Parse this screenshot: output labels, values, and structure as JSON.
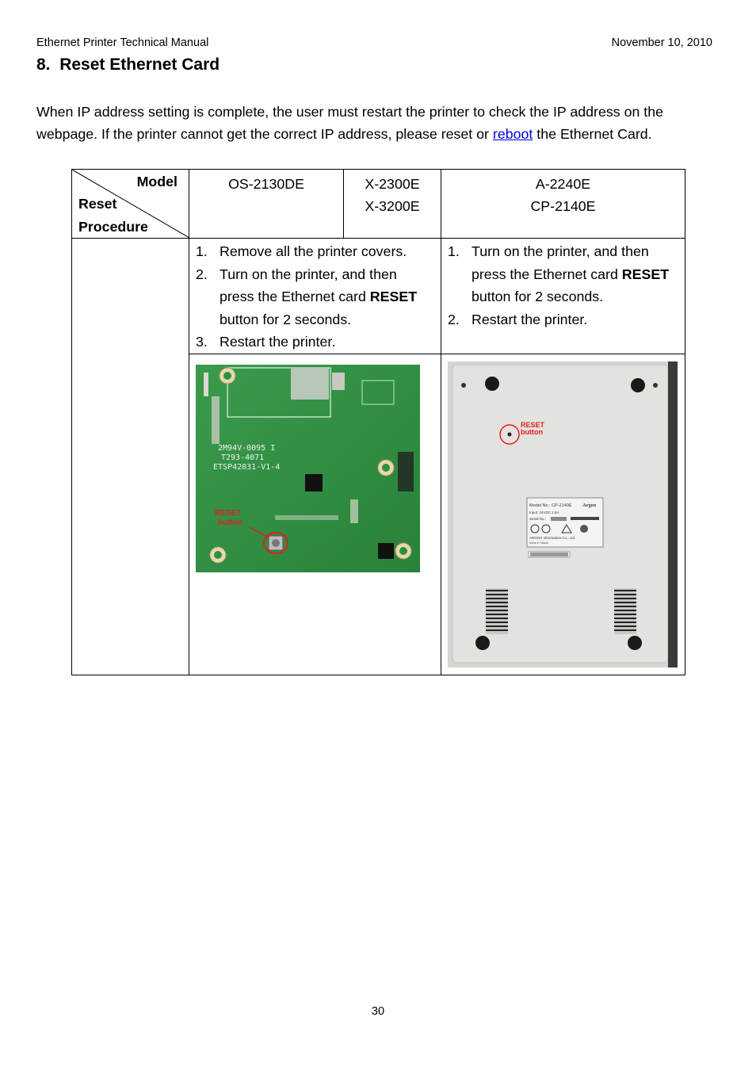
{
  "header": {
    "left": "Ethernet Printer Technical Manual",
    "right": "November 10, 2010"
  },
  "section": {
    "number": "8.",
    "title": "Reset Ethernet Card"
  },
  "intro": {
    "before_link": "When IP address setting is complete, the user must restart the printer to check the IP address on the webpage. If the printer cannot get the correct IP address, please reset or ",
    "link": "reboot",
    "after_link": " the Ethernet Card."
  },
  "table": {
    "corner": {
      "model": "Model",
      "reset": "Reset",
      "procedure": "Procedure"
    },
    "models": [
      {
        "line1": "OS-2130DE",
        "line2": ""
      },
      {
        "line1": "X-2300E",
        "line2": "X-3200E"
      },
      {
        "line1": "A-2240E",
        "line2": "CP-2140E"
      }
    ],
    "procedure_a": {
      "s1_num": "1.",
      "s1": "Remove all the printer covers.",
      "s2_num": "2.",
      "s2_pre": "Turn on the printer, and then press the Ethernet card ",
      "s2_bold": "RESET",
      "s2_post": " button for 2 seconds.",
      "s3_num": "3.",
      "s3": "Restart the printer."
    },
    "procedure_b": {
      "s1_num": "1.",
      "s1_pre": "Turn on the printer, and then press the Ethernet card ",
      "s1_bold": "RESET",
      "s1_post": " button for 2 seconds.",
      "s2_num": "2.",
      "s2": "Restart the printer."
    }
  },
  "pcb_photo": {
    "reset_label_1": "RESET",
    "reset_label_2": "button",
    "silk_1": "2M94V-0095 I",
    "silk_2": "T293-4071",
    "silk_3": "ETSP42031-V1-4"
  },
  "printer_photo": {
    "reset_label_1": "RESET",
    "reset_label_2": "button",
    "model_no": "Model No.: CP-2140E",
    "brand": "Argox",
    "input": "Input: 24VDC 2.5A",
    "serial": "Serial No.:",
    "company": "ARGOX Information Co., Ltd.",
    "made_in": "Made in Taiwan"
  },
  "page_number": "30",
  "colors": {
    "link": "#0000ee",
    "pcb_green": "#2e8b3f",
    "reset_red": "#e02020",
    "printer_grey": "#d9d8d4"
  }
}
